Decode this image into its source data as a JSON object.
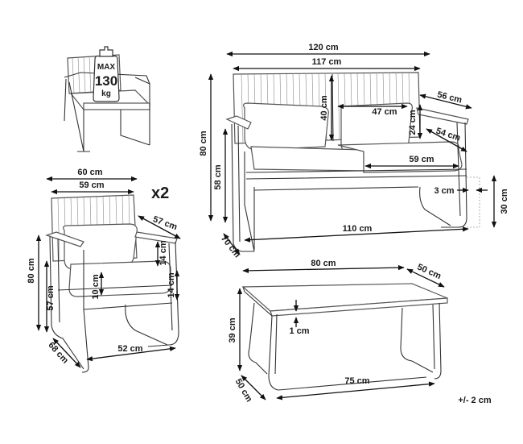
{
  "badge": {
    "line1": "MAX",
    "line2": "130",
    "line3": "kg"
  },
  "quantity": "x2",
  "tolerance": "+/- 2 cm",
  "sofa": {
    "width_total": "120 cm",
    "width_inner": "117 cm",
    "back_height": "40 cm",
    "seat_depth": "47 cm",
    "arm_length": "56 cm",
    "arm_height": "24 cm",
    "cushion_depth": "54 cm",
    "total_height": "80 cm",
    "seat_height": "58 cm",
    "seat_width": "59 cm",
    "leg_offset": "3 cm",
    "leg_height": "30 cm",
    "base_width": "110 cm",
    "depth": "70 cm"
  },
  "chair": {
    "width_total": "60 cm",
    "width_inner": "59 cm",
    "arm_length": "57 cm",
    "total_height": "80 cm",
    "seat_height": "57 cm",
    "arm_height": "14 cm",
    "cushion_height": "10 cm",
    "under_arm": "14 cm",
    "base_width": "52 cm",
    "depth": "68 cm"
  },
  "table": {
    "length": "80 cm",
    "width": "50 cm",
    "height": "39 cm",
    "top_thickness": "1 cm",
    "base_length": "75 cm",
    "base_depth": "50 cm"
  }
}
